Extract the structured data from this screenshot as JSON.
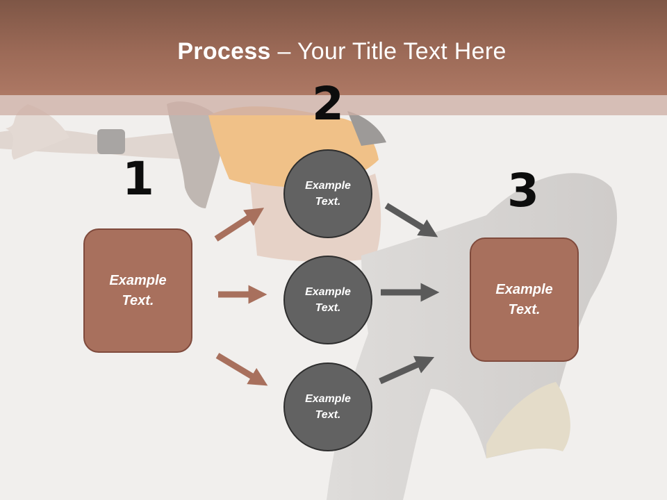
{
  "slide": {
    "title_bold": "Process",
    "title_rest": " – Your Title Text Here",
    "background_photo": "dancer-photo"
  },
  "steps": {
    "step1": {
      "number": "1",
      "text": "Example Text."
    },
    "step2": {
      "number": "2",
      "circles": [
        {
          "text": "Example Text."
        },
        {
          "text": "Example Text."
        },
        {
          "text": "Example Text."
        }
      ]
    },
    "step3": {
      "number": "3",
      "text": "Example Text."
    }
  },
  "colors": {
    "title_band": "#9c6a57",
    "box_fill": "#a8705d",
    "box_border": "#7f4a3c",
    "circle_fill": "#626262",
    "arrow_brown": "#a8705d",
    "arrow_gray": "#5a5a5a"
  }
}
